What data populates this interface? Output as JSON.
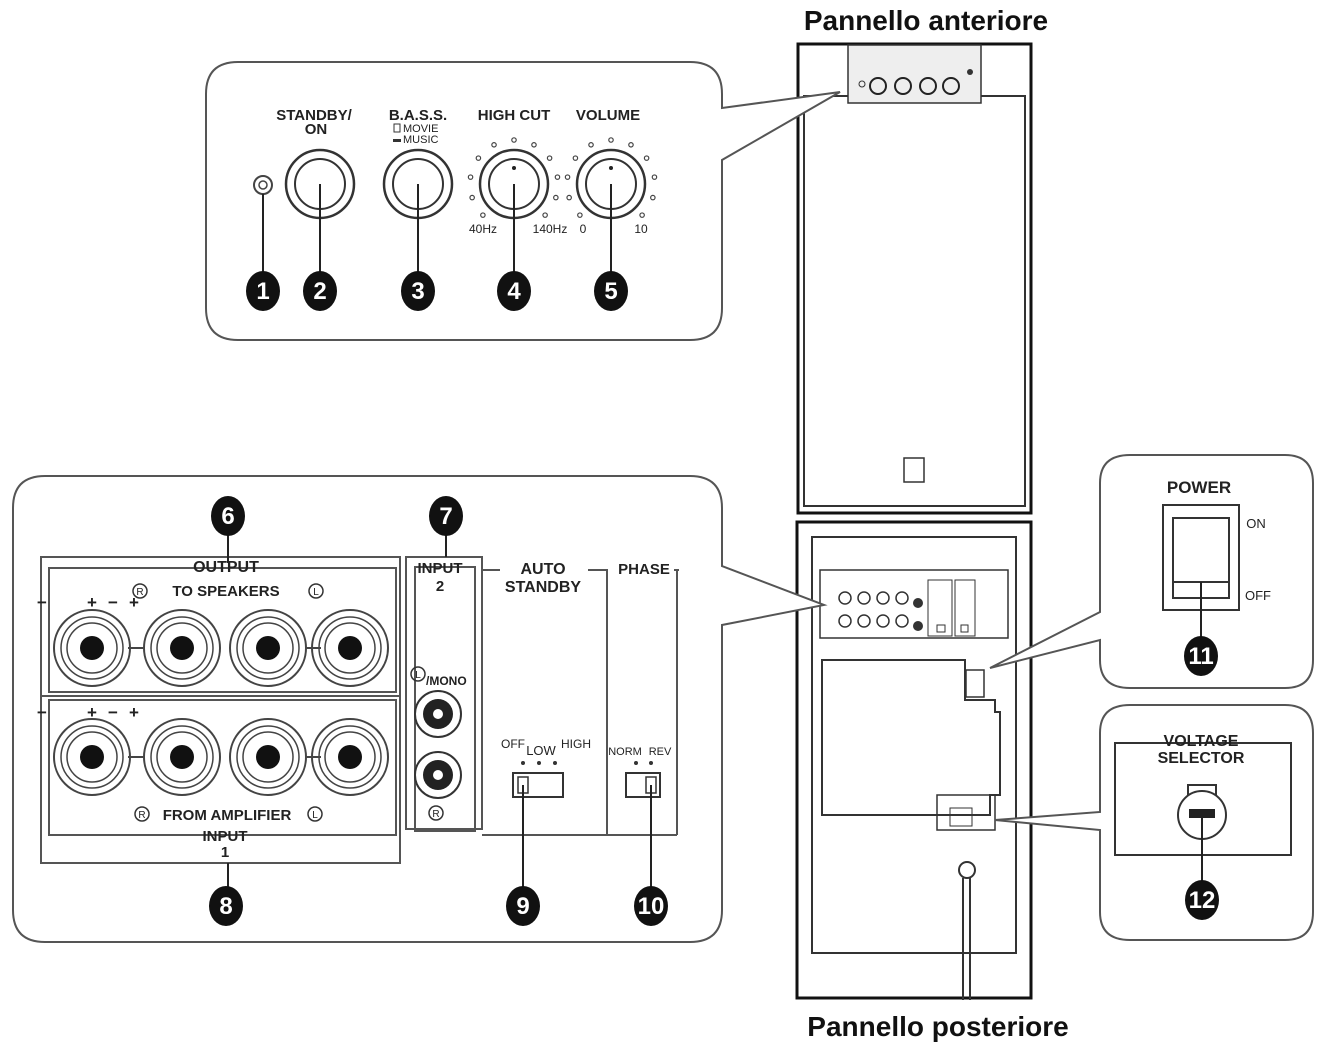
{
  "titles": {
    "front": "Pannello anteriore",
    "rear": "Pannello posteriore"
  },
  "front_panel": {
    "standby_label": "STANDBY/\nON",
    "bass_label": "B.A.S.S.",
    "movie": "MOVIE",
    "music": "MUSIC",
    "highcut_label": "HIGH CUT",
    "volume_label": "VOLUME",
    "hz40": "40Hz",
    "hz140": "140Hz",
    "vol_min": "0",
    "vol_max": "10"
  },
  "rear_panel": {
    "output": "OUTPUT",
    "to_speakers": "TO SPEAKERS",
    "r": "R",
    "l": "L",
    "plus": "+",
    "minus": "−",
    "input2": "INPUT\n2",
    "mono": "/MONO",
    "auto": "AUTO",
    "standby": "STANDBY",
    "phase": "PHASE",
    "off": "OFF",
    "low": "LOW",
    "high": "HIGH",
    "norm": "NORM",
    "rev": "REV",
    "from_amplifier": "FROM AMPLIFIER",
    "input1": "INPUT\n1"
  },
  "power": {
    "title": "POWER",
    "on": "ON",
    "off": "OFF"
  },
  "voltage": {
    "title": "VOLTAGE\nSELECTOR"
  },
  "callouts": [
    "1",
    "2",
    "3",
    "4",
    "5",
    "6",
    "7",
    "8",
    "9",
    "10",
    "11",
    "12"
  ]
}
